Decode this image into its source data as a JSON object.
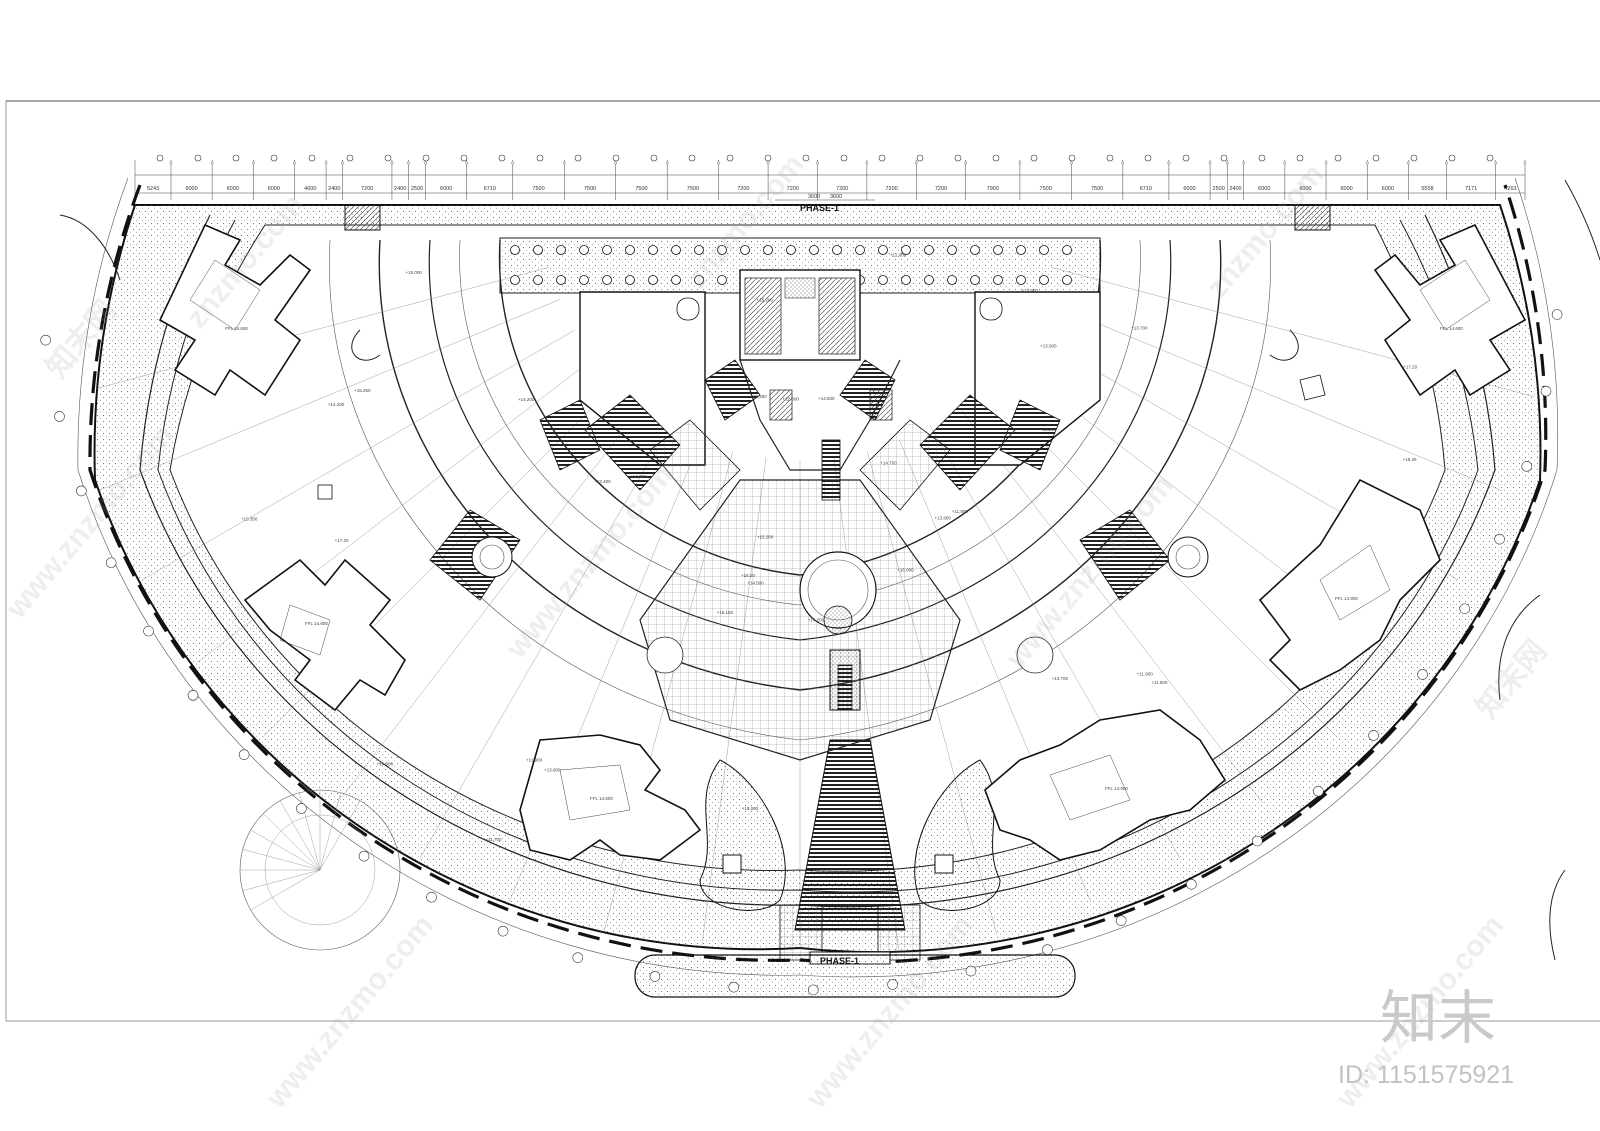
{
  "labels": {
    "phase_top": "PHASE-1",
    "phase_bottom": "PHASE-1"
  },
  "top_dimensions": [
    "5243",
    "6000",
    "6000",
    "6000",
    "4600",
    "2400",
    "7200",
    "2400",
    "2500",
    "6000",
    "6710",
    "7500",
    "7500",
    "7500",
    "7500",
    "7200",
    "7200",
    "7200",
    "7200",
    "7200",
    "7900",
    "7500",
    "7500",
    "6710",
    "6000",
    "2500",
    "2400",
    "6000",
    "6000",
    "6000",
    "6000",
    "5558",
    "7171",
    "4263"
  ],
  "center_dimensions": [
    "3600",
    "3600"
  ],
  "levels": [
    "14.200",
    "14.200",
    "14.500",
    "13.800",
    "13.800",
    "13.900",
    "14.500",
    "13.500",
    "16.000",
    "15.000",
    "17.20",
    "17.20",
    "16.150",
    "15.250",
    "15.250",
    "14.750",
    "14.900",
    "14.900",
    "11.700",
    "12.500",
    "11.900",
    "11.500",
    "15.250",
    "15.200",
    "13.350",
    "13.700",
    "18.29",
    "16.20",
    "15.000",
    "15.200",
    "14.200",
    "13.700",
    "11.900",
    "11.900",
    "12.000",
    "12.400"
  ],
  "ffl": [
    "FFL 14.600",
    "FFL 14.600",
    "FFL 14.600",
    "FFL 14.600",
    "FFL 14.900",
    "FFL 14.900"
  ],
  "watermark": {
    "site": "znzmo.com",
    "site_www": "www.znzmo.com",
    "brand": "知末网",
    "logo": "知末",
    "id": "ID: 1151575921"
  }
}
